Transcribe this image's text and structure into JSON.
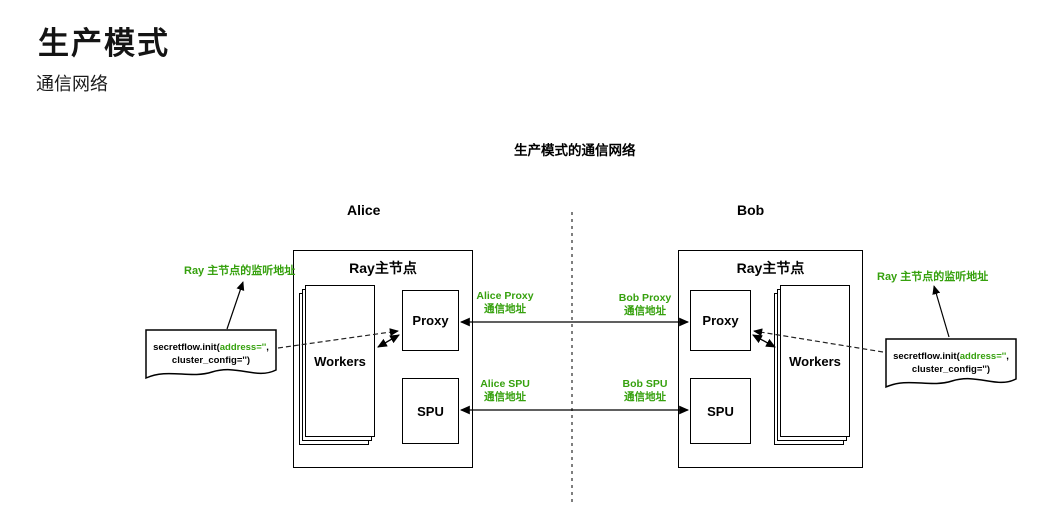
{
  "page": {
    "title": "生产模式",
    "subtitle": "通信网络"
  },
  "diagram": {
    "title": "生产模式的通信网络",
    "code": {
      "prefix": "secretflow.init(",
      "address": "address=''",
      "comma": ",",
      "line2": "cluster_config='')"
    },
    "alice": {
      "name": "Alice",
      "ray_label": "Ray主节点",
      "workers": "Workers",
      "proxy": "Proxy",
      "spu": "SPU",
      "listen_label": "Ray 主节点的监听地址",
      "proxy_addr_1": "Alice Proxy",
      "proxy_addr_2": "通信地址",
      "spu_addr_1": "Alice SPU",
      "spu_addr_2": "通信地址"
    },
    "bob": {
      "name": "Bob",
      "ray_label": "Ray主节点",
      "workers": "Workers",
      "proxy": "Proxy",
      "spu": "SPU",
      "listen_label": "Ray 主节点的监听地址",
      "proxy_addr_1": "Bob Proxy",
      "proxy_addr_2": "通信地址",
      "spu_addr_1": "Bob SPU",
      "spu_addr_2": "通信地址"
    },
    "colors": {
      "accent_green": "#36a10e",
      "line_black": "#000000"
    }
  }
}
